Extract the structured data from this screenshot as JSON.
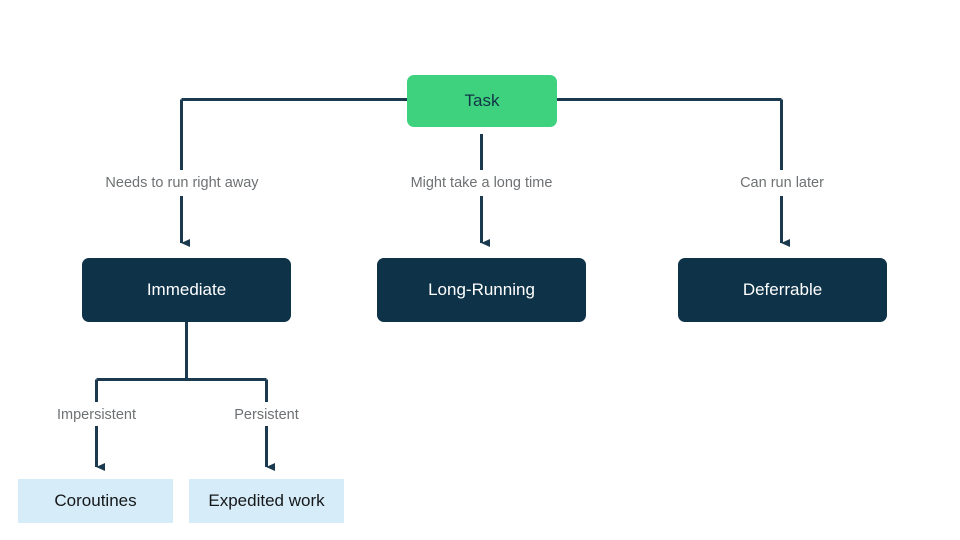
{
  "diagram": {
    "title": "Task classification flowchart",
    "colors": {
      "root_fill": "#3fd27e",
      "root_text": "#123447",
      "mid_fill": "#0e3349",
      "mid_text": "#ffffff",
      "leaf_fill": "#d6ecf9",
      "leaf_text": "#16181a",
      "connector": "#1b3a4f",
      "label_text": "#6e7173",
      "background": "#ffffff"
    },
    "nodes": {
      "root": {
        "label": "Task"
      },
      "immediate": {
        "label": "Immediate"
      },
      "long_running": {
        "label": "Long-Running"
      },
      "deferrable": {
        "label": "Deferrable"
      },
      "coroutines": {
        "label": "Coroutines"
      },
      "expedited_work": {
        "label": "Expedited work"
      }
    },
    "edge_labels": {
      "to_immediate": "Needs to run right away",
      "to_long_running": "Might take a long time",
      "to_deferrable": "Can run later",
      "to_coroutines": "Impersistent",
      "to_expedited_work": "Persistent"
    }
  }
}
